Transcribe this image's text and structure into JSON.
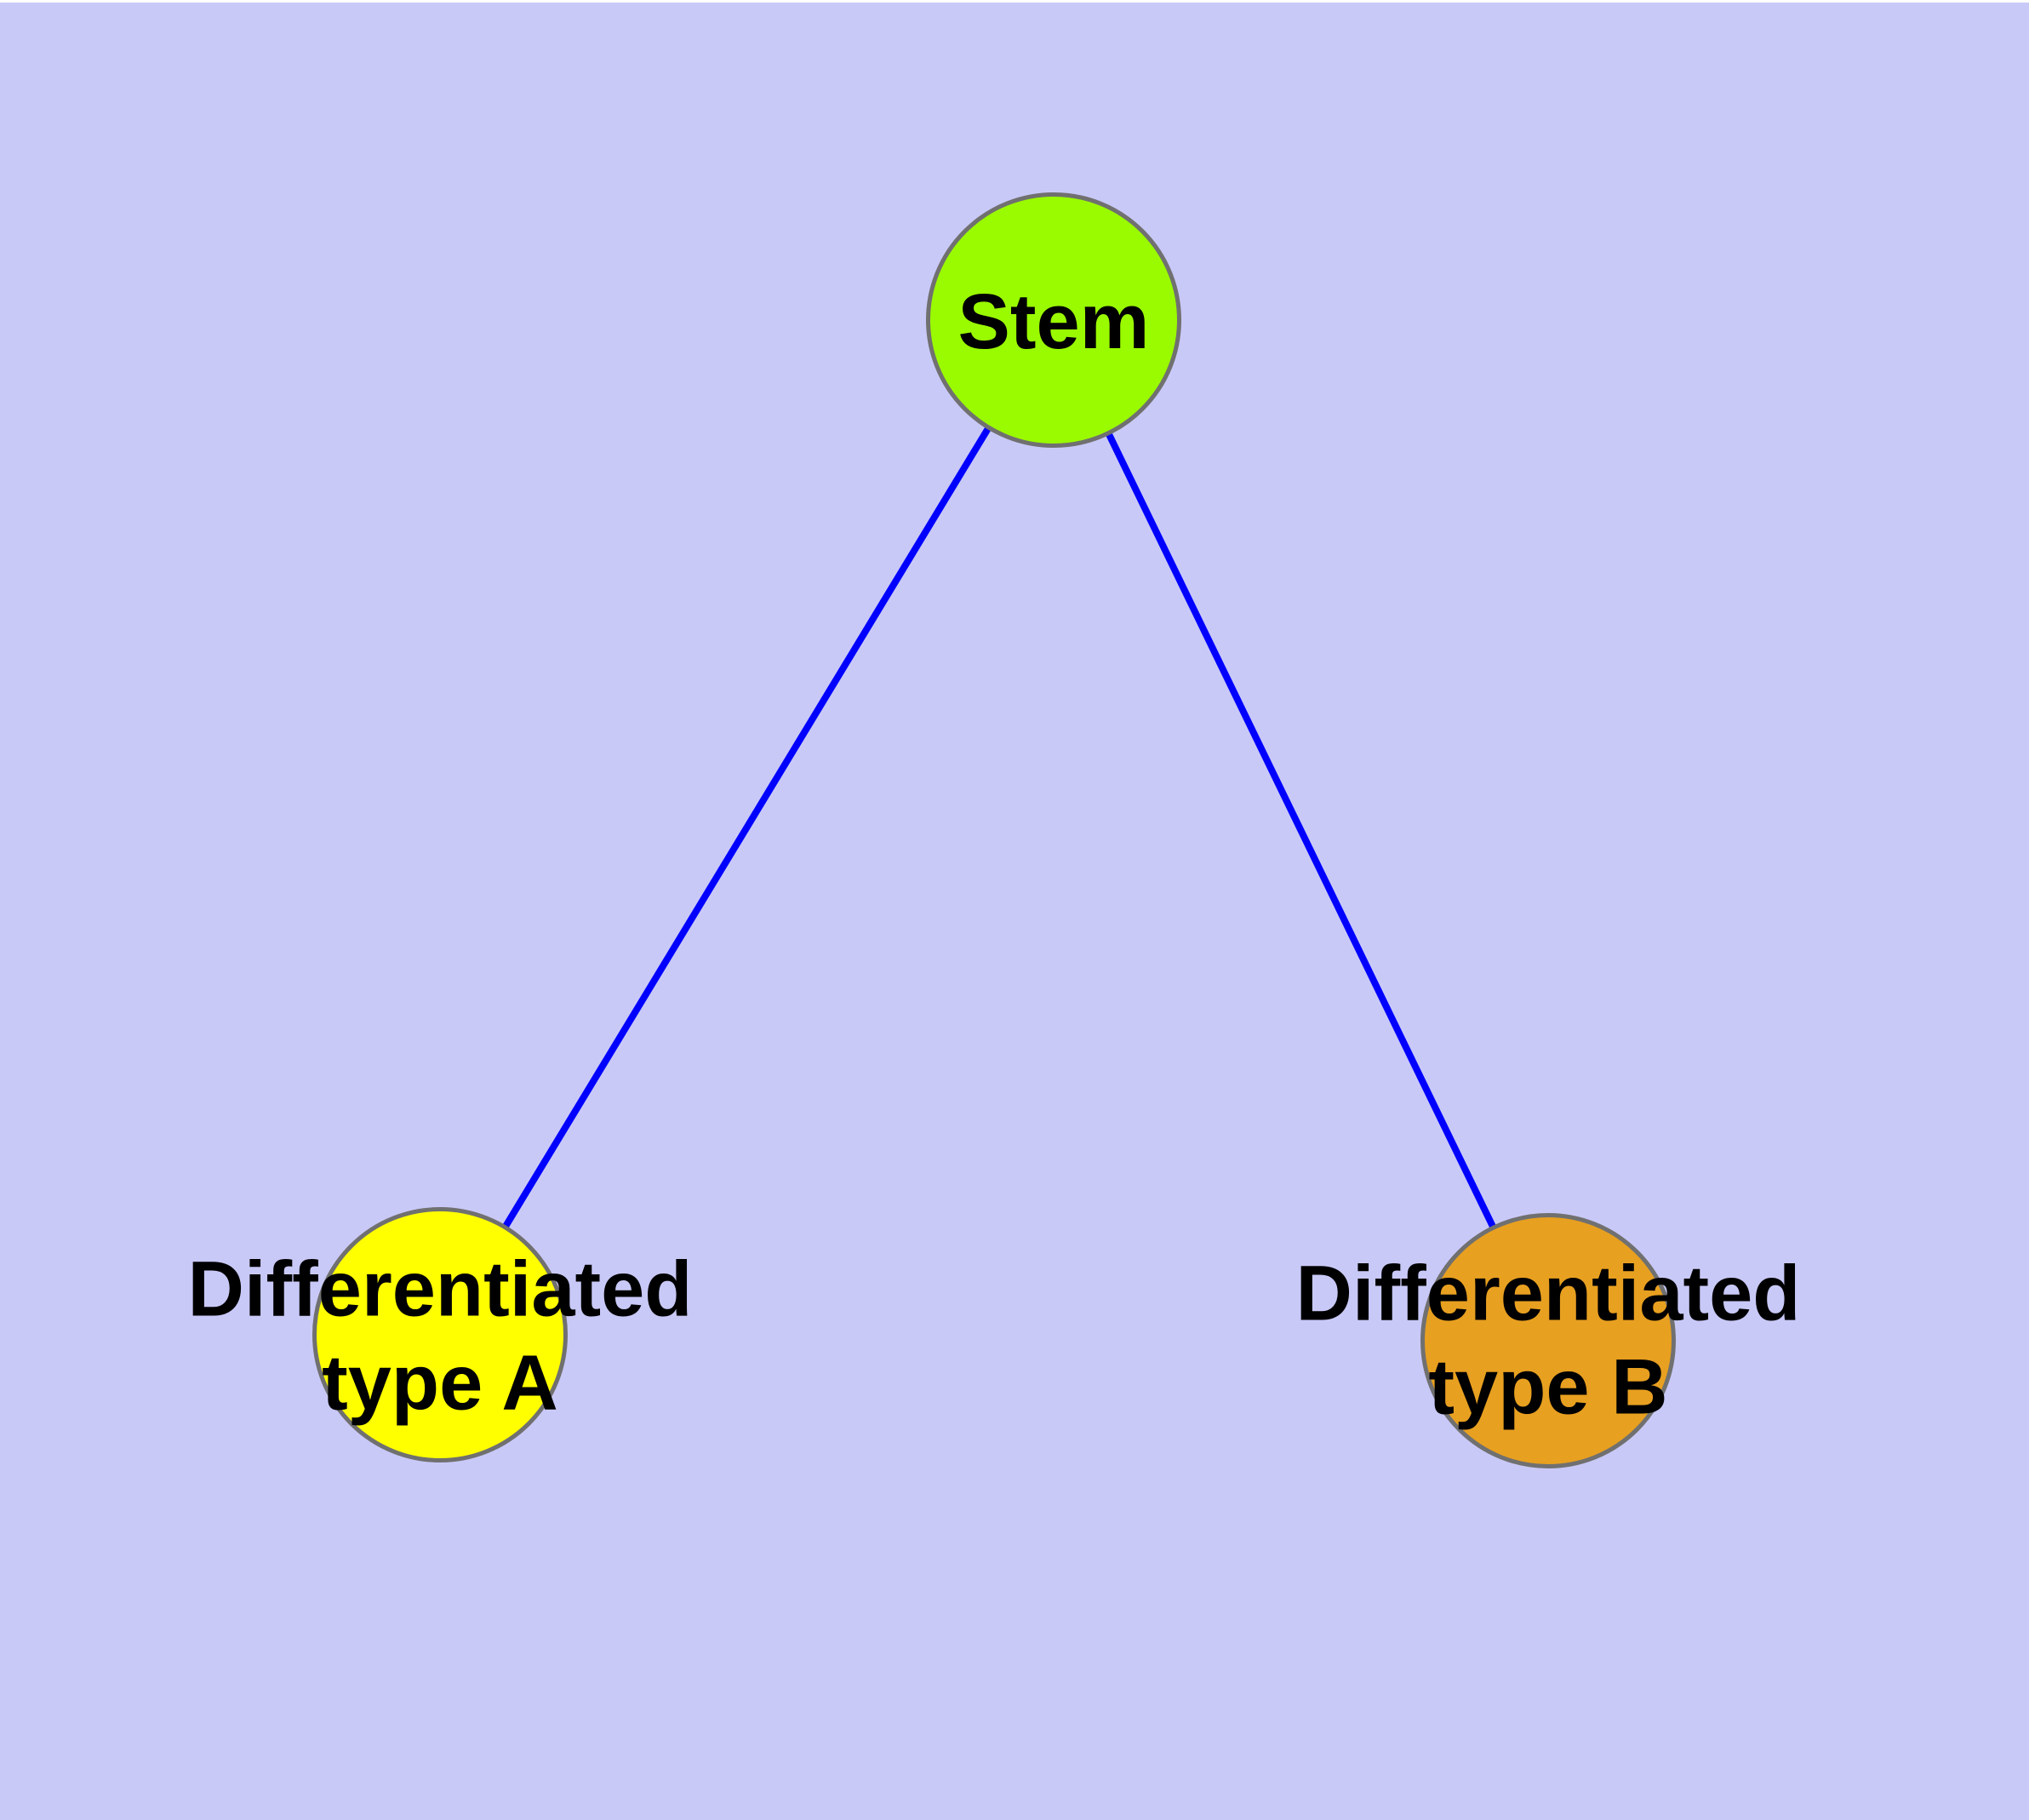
{
  "nodes": {
    "stem": {
      "label": "Stem"
    },
    "type_a": {
      "line1": "Differentiated",
      "line2": "type A"
    },
    "type_b": {
      "line1": "Differentiated",
      "line2": "type B"
    }
  },
  "colors": {
    "background": "#C9C9F8",
    "stem_fill": "#9AFA00",
    "type_a_fill": "#FFFF00",
    "type_b_fill": "#E8A020",
    "node_border": "#707070",
    "edge": "#0000FF",
    "label_text": "#000000"
  }
}
